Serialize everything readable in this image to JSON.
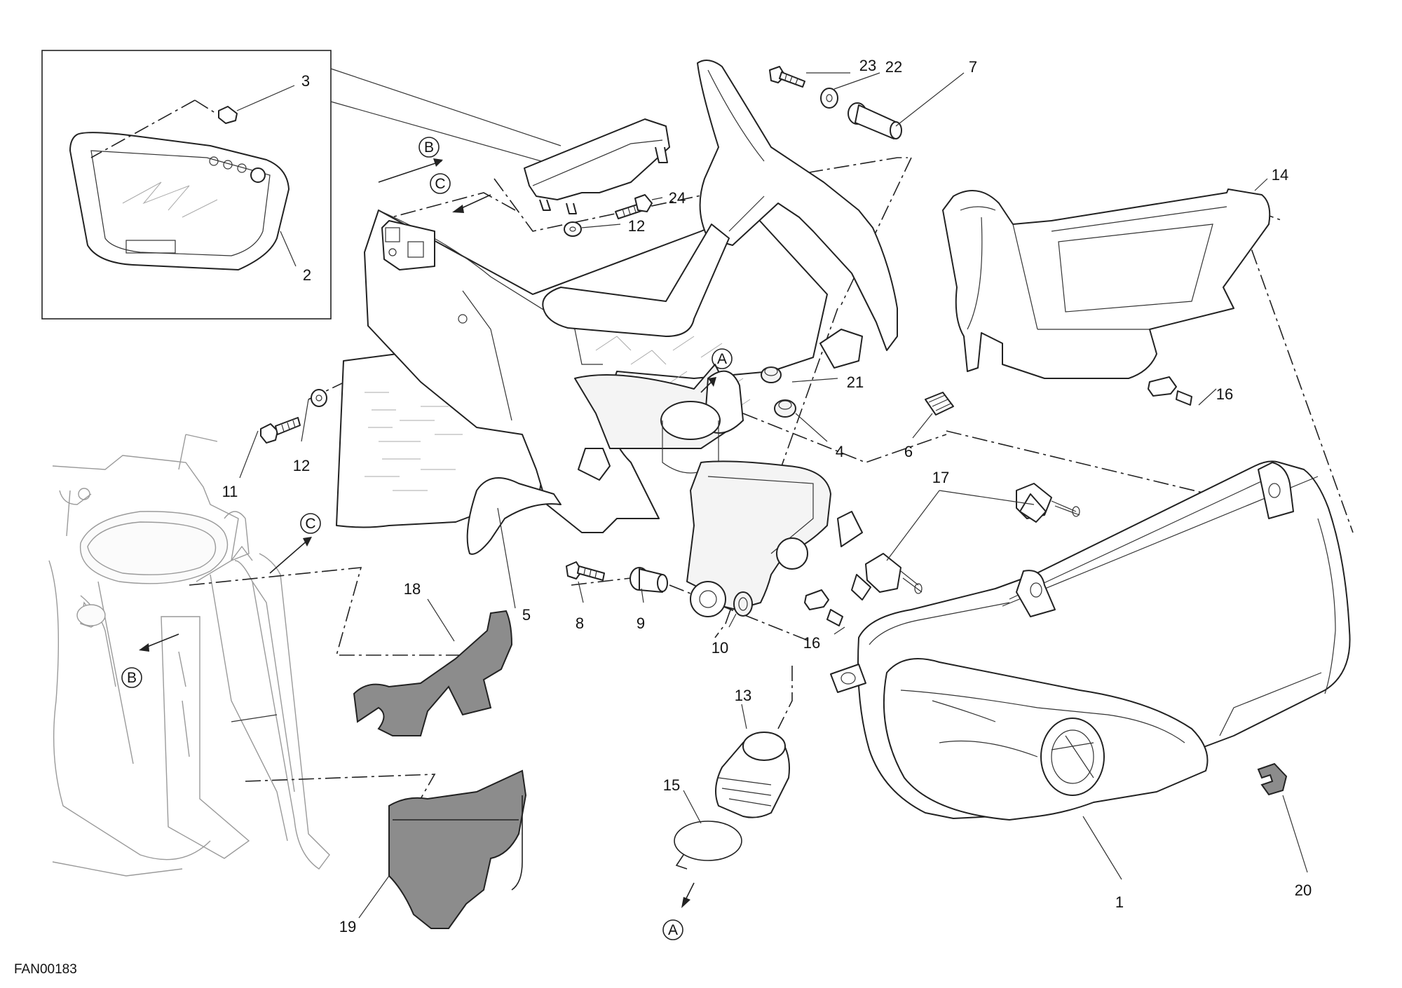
{
  "drawing_code": "FAN00183",
  "reference_letters": [
    "A",
    "B",
    "C"
  ],
  "callouts": [
    "1",
    "2",
    "3",
    "4",
    "5",
    "6",
    "7",
    "8",
    "9",
    "10",
    "11",
    "12",
    "13",
    "14",
    "15",
    "16",
    "17",
    "18",
    "19",
    "20",
    "21",
    "22",
    "23",
    "24"
  ]
}
